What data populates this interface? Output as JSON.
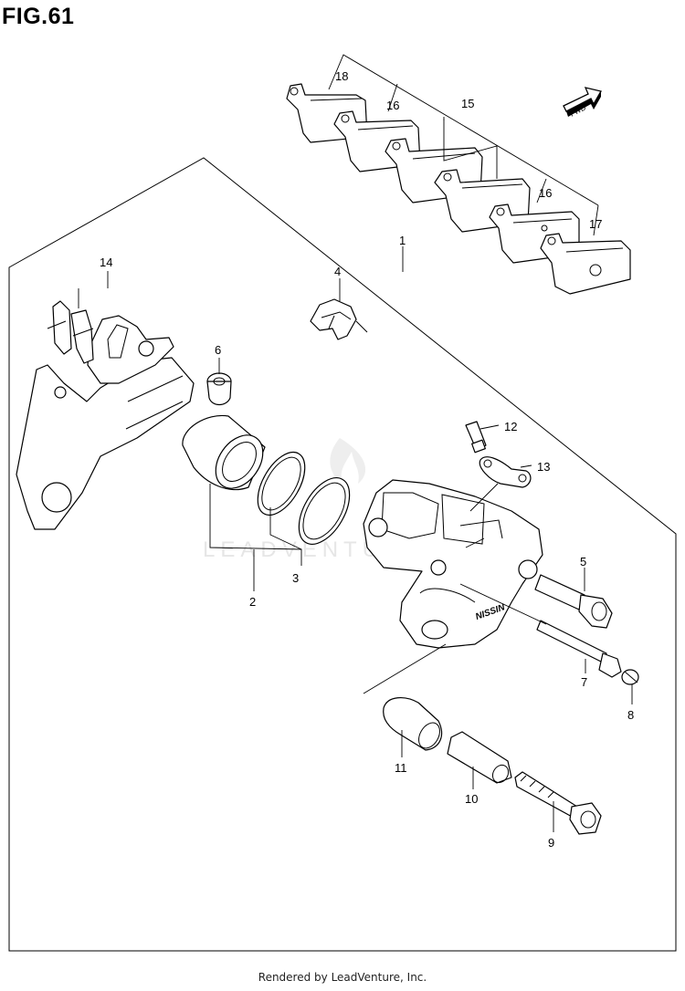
{
  "figure": {
    "title": "FIG.61"
  },
  "fwd_label": "FWD",
  "brand_mark": "NISSIN",
  "watermark": "LEADVENTURE",
  "footer": {
    "text": "Rendered by LeadVenture, Inc."
  },
  "callouts": {
    "c1": "1",
    "c2": "2",
    "c3": "3",
    "c4": "4",
    "c5": "5",
    "c6": "6",
    "c7": "7",
    "c8": "8",
    "c9": "9",
    "c10": "10",
    "c11": "11",
    "c12": "12",
    "c13": "13",
    "c14": "14",
    "c15": "15",
    "c16a": "16",
    "c16b": "16",
    "c17": "17",
    "c18": "18"
  }
}
